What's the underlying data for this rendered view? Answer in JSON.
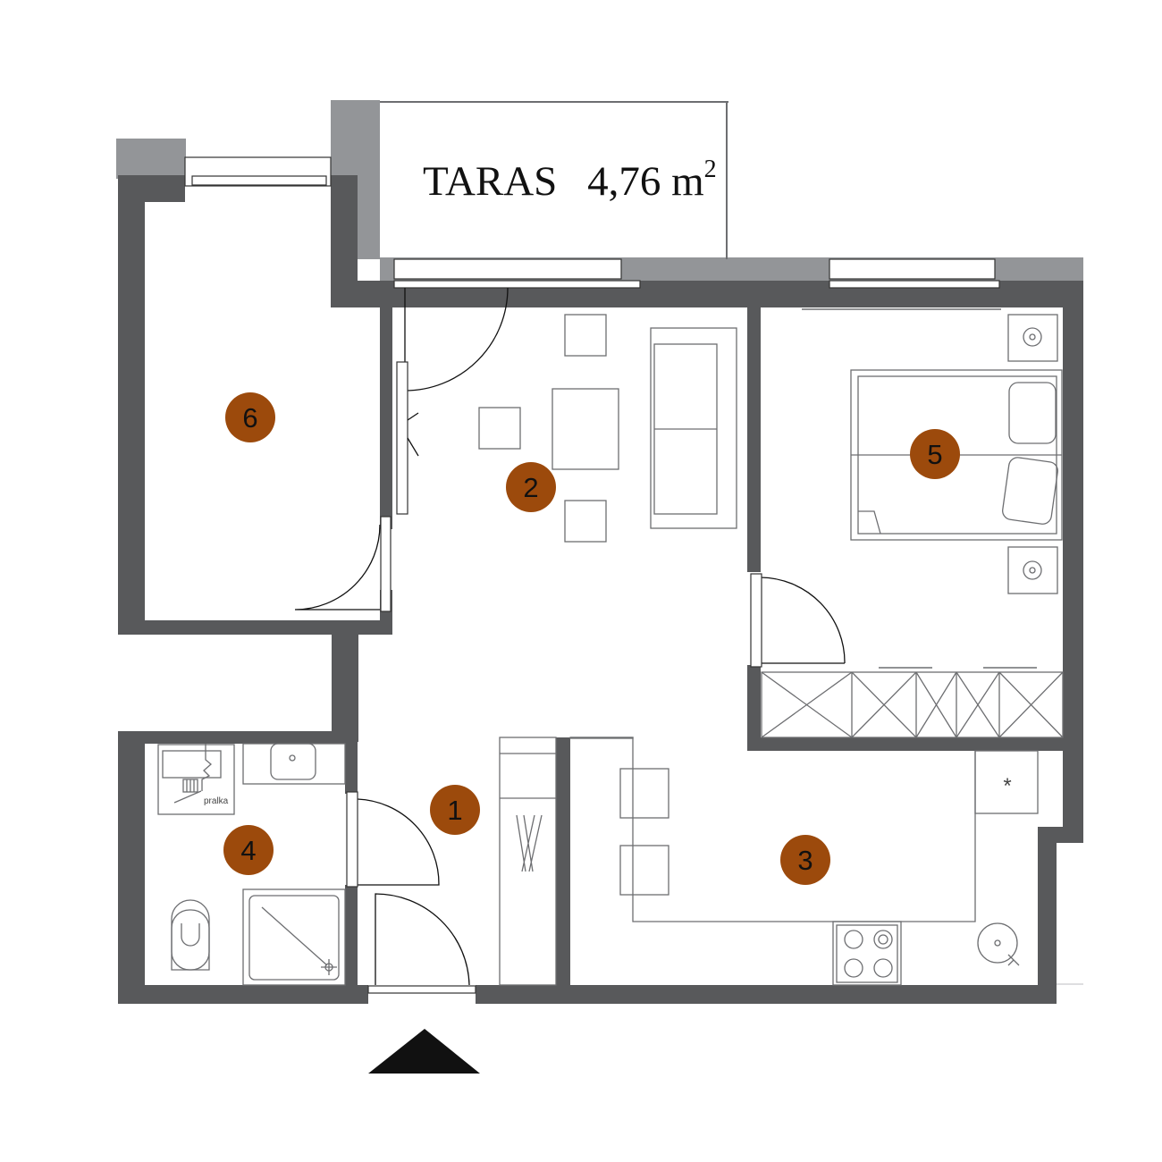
{
  "terrace": {
    "label": "TARAS",
    "area": "4,76 m",
    "area_sup": "2"
  },
  "rooms": [
    {
      "number": "1"
    },
    {
      "number": "2"
    },
    {
      "number": "3"
    },
    {
      "number": "4"
    },
    {
      "number": "5"
    },
    {
      "number": "6"
    }
  ],
  "bathroom": {
    "washer_label": "pralka"
  },
  "kitchen": {
    "symbol": "*"
  },
  "colors": {
    "wall": "#58595b",
    "terrace_wall": "#939598",
    "room_marker": "#9c4a0c"
  },
  "entrance_icon": "entrance-arrow-icon"
}
